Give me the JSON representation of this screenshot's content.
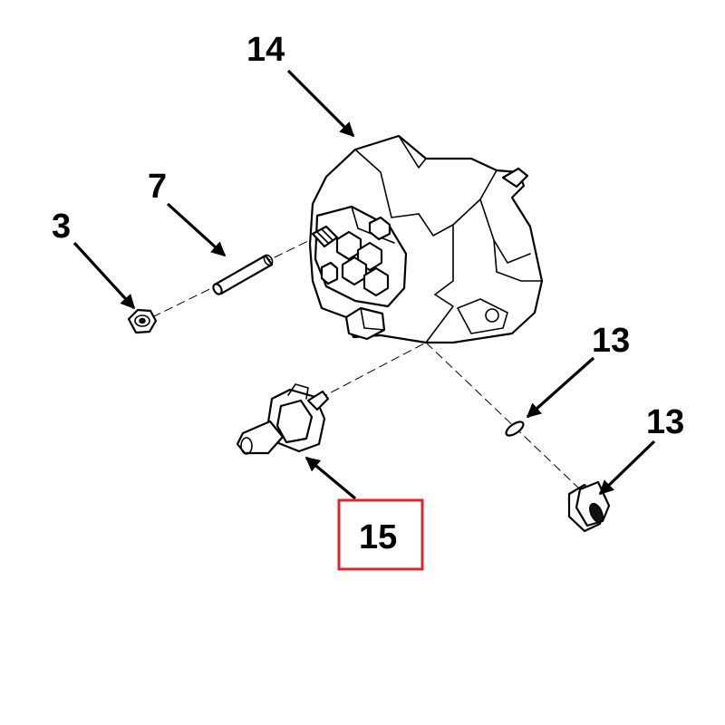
{
  "callouts": {
    "pump": "14",
    "pin": "7",
    "nut": "3",
    "seal": "13",
    "fitting": "13",
    "valve": "15"
  },
  "highlight": {
    "target": "15",
    "color": "#e0242b"
  }
}
